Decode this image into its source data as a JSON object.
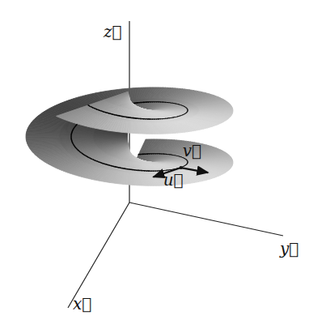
{
  "diagram": {
    "labels": [
      "z⃗",
      "y⃗",
      "x⃗",
      "v⃗",
      "u⃗"
    ]
  }
}
